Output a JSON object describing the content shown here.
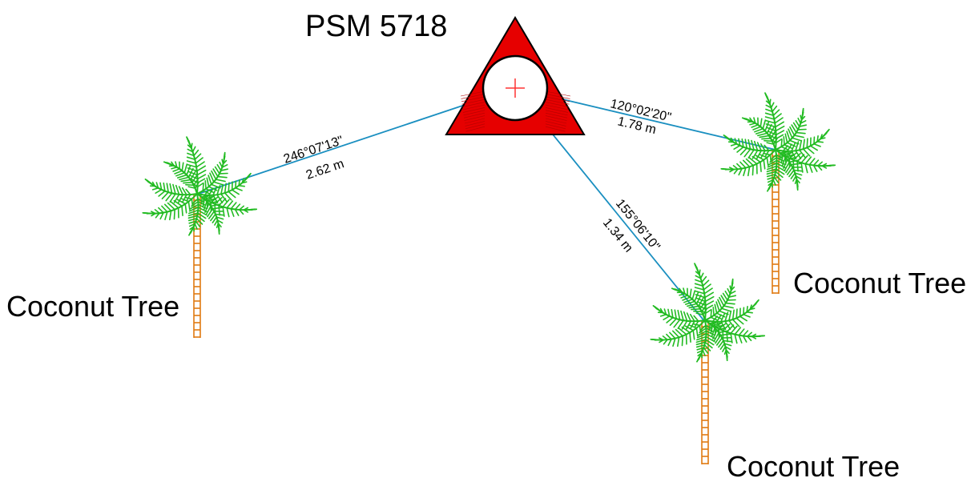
{
  "title": "PSM 5718",
  "colors": {
    "monument_fill": "#e60000",
    "line": "#1a8fc0",
    "leaf": "#22bb22",
    "trunk": "#e07a10",
    "cross": "#ff3333"
  },
  "trees": [
    {
      "label": "Coconut Tree",
      "bearing": "246°07'13\"",
      "distance": "2.62 m"
    },
    {
      "label": "Coconut Tree",
      "bearing": "120°02'20\"",
      "distance": "1.78 m"
    },
    {
      "label": "Coconut Tree",
      "bearing": "155°06'10\"",
      "distance": "1.34 m"
    }
  ]
}
